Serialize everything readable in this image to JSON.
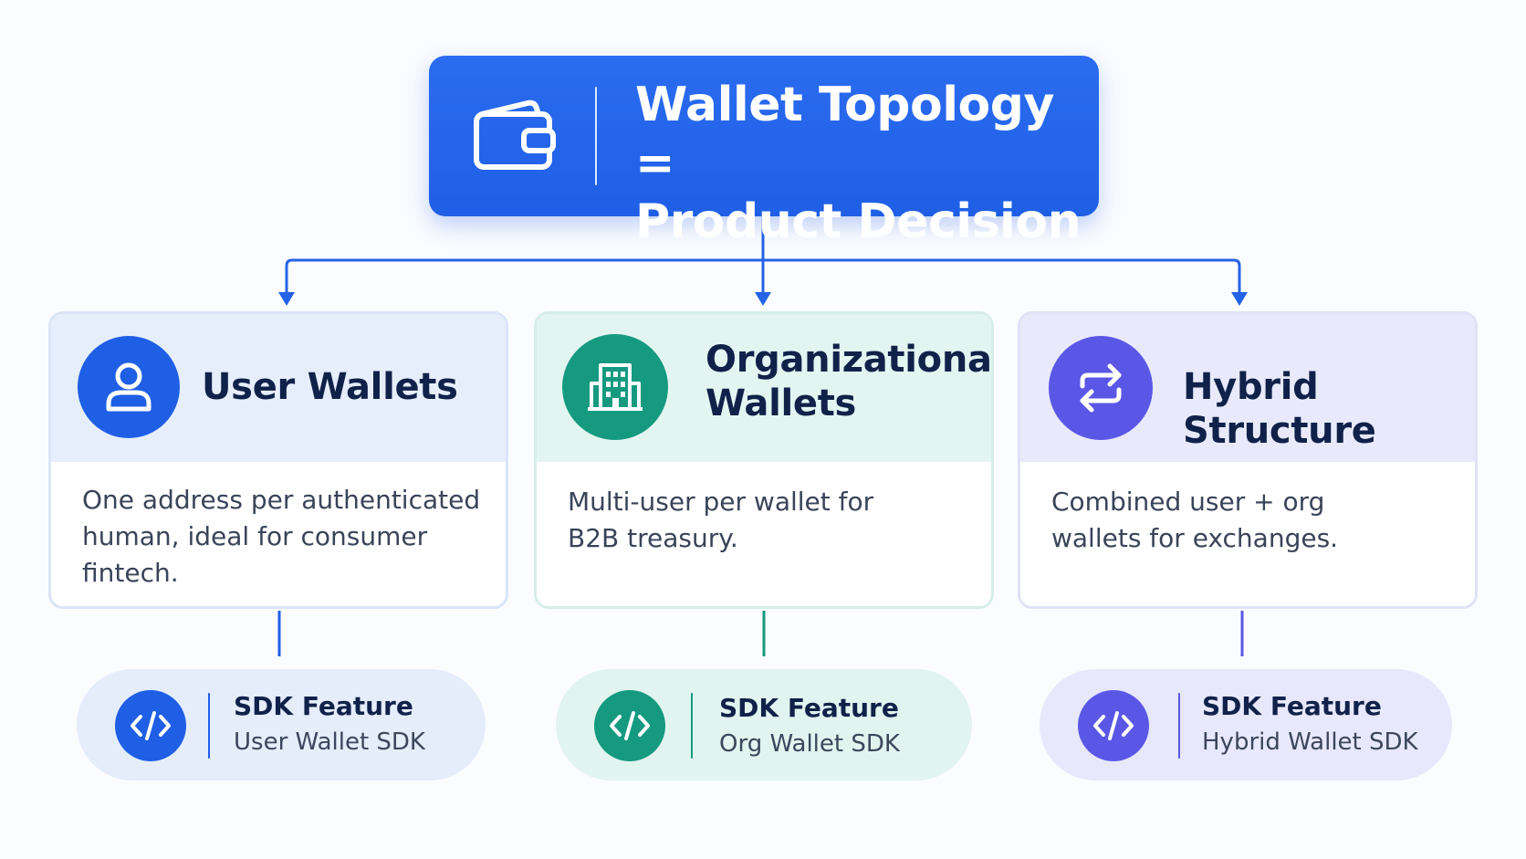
{
  "title": {
    "line1": "Wallet Topology =",
    "line2": "Product Decision",
    "icon": "wallet-icon"
  },
  "colors": {
    "primary_blue": "#1f5fe6",
    "teal": "#159a80",
    "purple": "#5b57e6",
    "heading_text": "#10214a"
  },
  "cards": {
    "user": {
      "icon": "user-icon",
      "title": "User Wallets",
      "description": "One address per authenticated human, ideal for consumer fintech."
    },
    "org": {
      "icon": "building-icon",
      "title_line1": "Organizational",
      "title_line2": "Wallets",
      "description": "Multi-user per wallet for B2B treasury."
    },
    "hybrid": {
      "icon": "swap-arrows-icon",
      "title": "Hybrid Structure",
      "description": "Combined user + org wallets for exchanges."
    }
  },
  "sdk": {
    "user": {
      "icon": "code-icon",
      "label": "SDK Feature",
      "name": "User Wallet SDK"
    },
    "org": {
      "icon": "code-icon",
      "label": "SDK Feature",
      "name": "Org Wallet SDK"
    },
    "hybrid": {
      "icon": "code-icon",
      "label": "SDK Feature",
      "name": "Hybrid Wallet SDK"
    }
  }
}
